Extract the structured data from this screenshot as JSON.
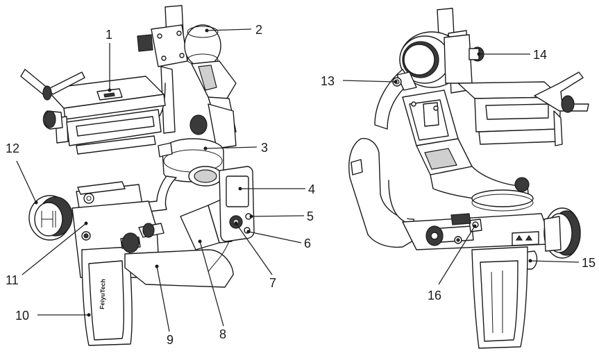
{
  "callouts": [
    {
      "id": "1",
      "text": "1"
    },
    {
      "id": "2",
      "text": "2"
    },
    {
      "id": "3",
      "text": "3"
    },
    {
      "id": "4",
      "text": "4"
    },
    {
      "id": "5",
      "text": "5"
    },
    {
      "id": "6",
      "text": "6"
    },
    {
      "id": "7",
      "text": "7"
    },
    {
      "id": "8",
      "text": "8"
    },
    {
      "id": "9",
      "text": "9"
    },
    {
      "id": "10",
      "text": "10"
    },
    {
      "id": "11",
      "text": "11"
    },
    {
      "id": "12",
      "text": "12"
    },
    {
      "id": "13",
      "text": "13"
    },
    {
      "id": "14",
      "text": "14"
    },
    {
      "id": "15",
      "text": "15"
    },
    {
      "id": "16",
      "text": "16"
    }
  ],
  "brand_text": "FeiyuTech",
  "colors": {
    "line": "#1a1a1a",
    "shade_dark": "#3a3a3a",
    "shade_mid": "#8a8a8a",
    "shade_light": "#cfcfcf",
    "background": "#ffffff"
  }
}
